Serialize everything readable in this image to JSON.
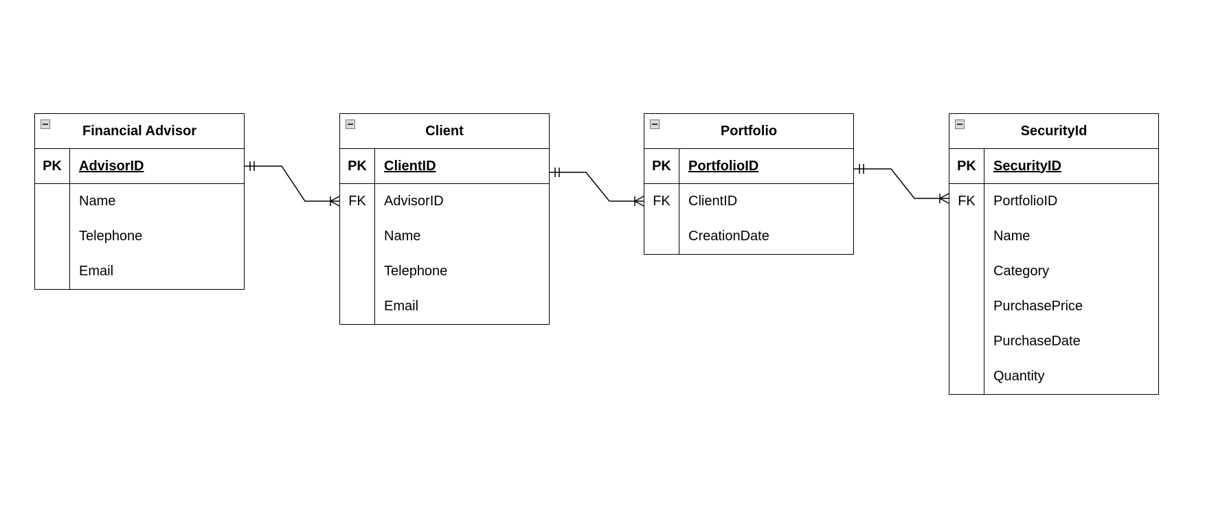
{
  "entities": [
    {
      "title": "Financial Advisor",
      "pk": {
        "key": "PK",
        "field": "AdvisorID"
      },
      "rows": [
        {
          "key": "",
          "field": "Name"
        },
        {
          "key": "",
          "field": "Telephone"
        },
        {
          "key": "",
          "field": "Email"
        }
      ]
    },
    {
      "title": "Client",
      "pk": {
        "key": "PK",
        "field": "ClientID"
      },
      "rows": [
        {
          "key": "FK",
          "field": "AdvisorID"
        },
        {
          "key": "",
          "field": "Name"
        },
        {
          "key": "",
          "field": "Telephone"
        },
        {
          "key": "",
          "field": "Email"
        }
      ]
    },
    {
      "title": "Portfolio",
      "pk": {
        "key": "PK",
        "field": "PortfolioID"
      },
      "rows": [
        {
          "key": "FK",
          "field": "ClientID"
        },
        {
          "key": "",
          "field": "CreationDate"
        }
      ]
    },
    {
      "title": "SecurityId",
      "pk": {
        "key": "PK",
        "field": "SecurityID"
      },
      "rows": [
        {
          "key": "FK",
          "field": "PortfolioID"
        },
        {
          "key": "",
          "field": "Name"
        },
        {
          "key": "",
          "field": "Category"
        },
        {
          "key": "",
          "field": "PurchasePrice"
        },
        {
          "key": "",
          "field": "PurchaseDate"
        },
        {
          "key": "",
          "field": "Quantity"
        }
      ]
    }
  ],
  "relationships": [
    {
      "from": "Financial Advisor",
      "to": "Client",
      "from_cardinality": "exactly-one",
      "to_cardinality": "one-or-many"
    },
    {
      "from": "Client",
      "to": "Portfolio",
      "from_cardinality": "exactly-one",
      "to_cardinality": "one-or-many"
    },
    {
      "from": "Portfolio",
      "to": "SecurityId",
      "from_cardinality": "exactly-one",
      "to_cardinality": "one-or-many"
    }
  ]
}
